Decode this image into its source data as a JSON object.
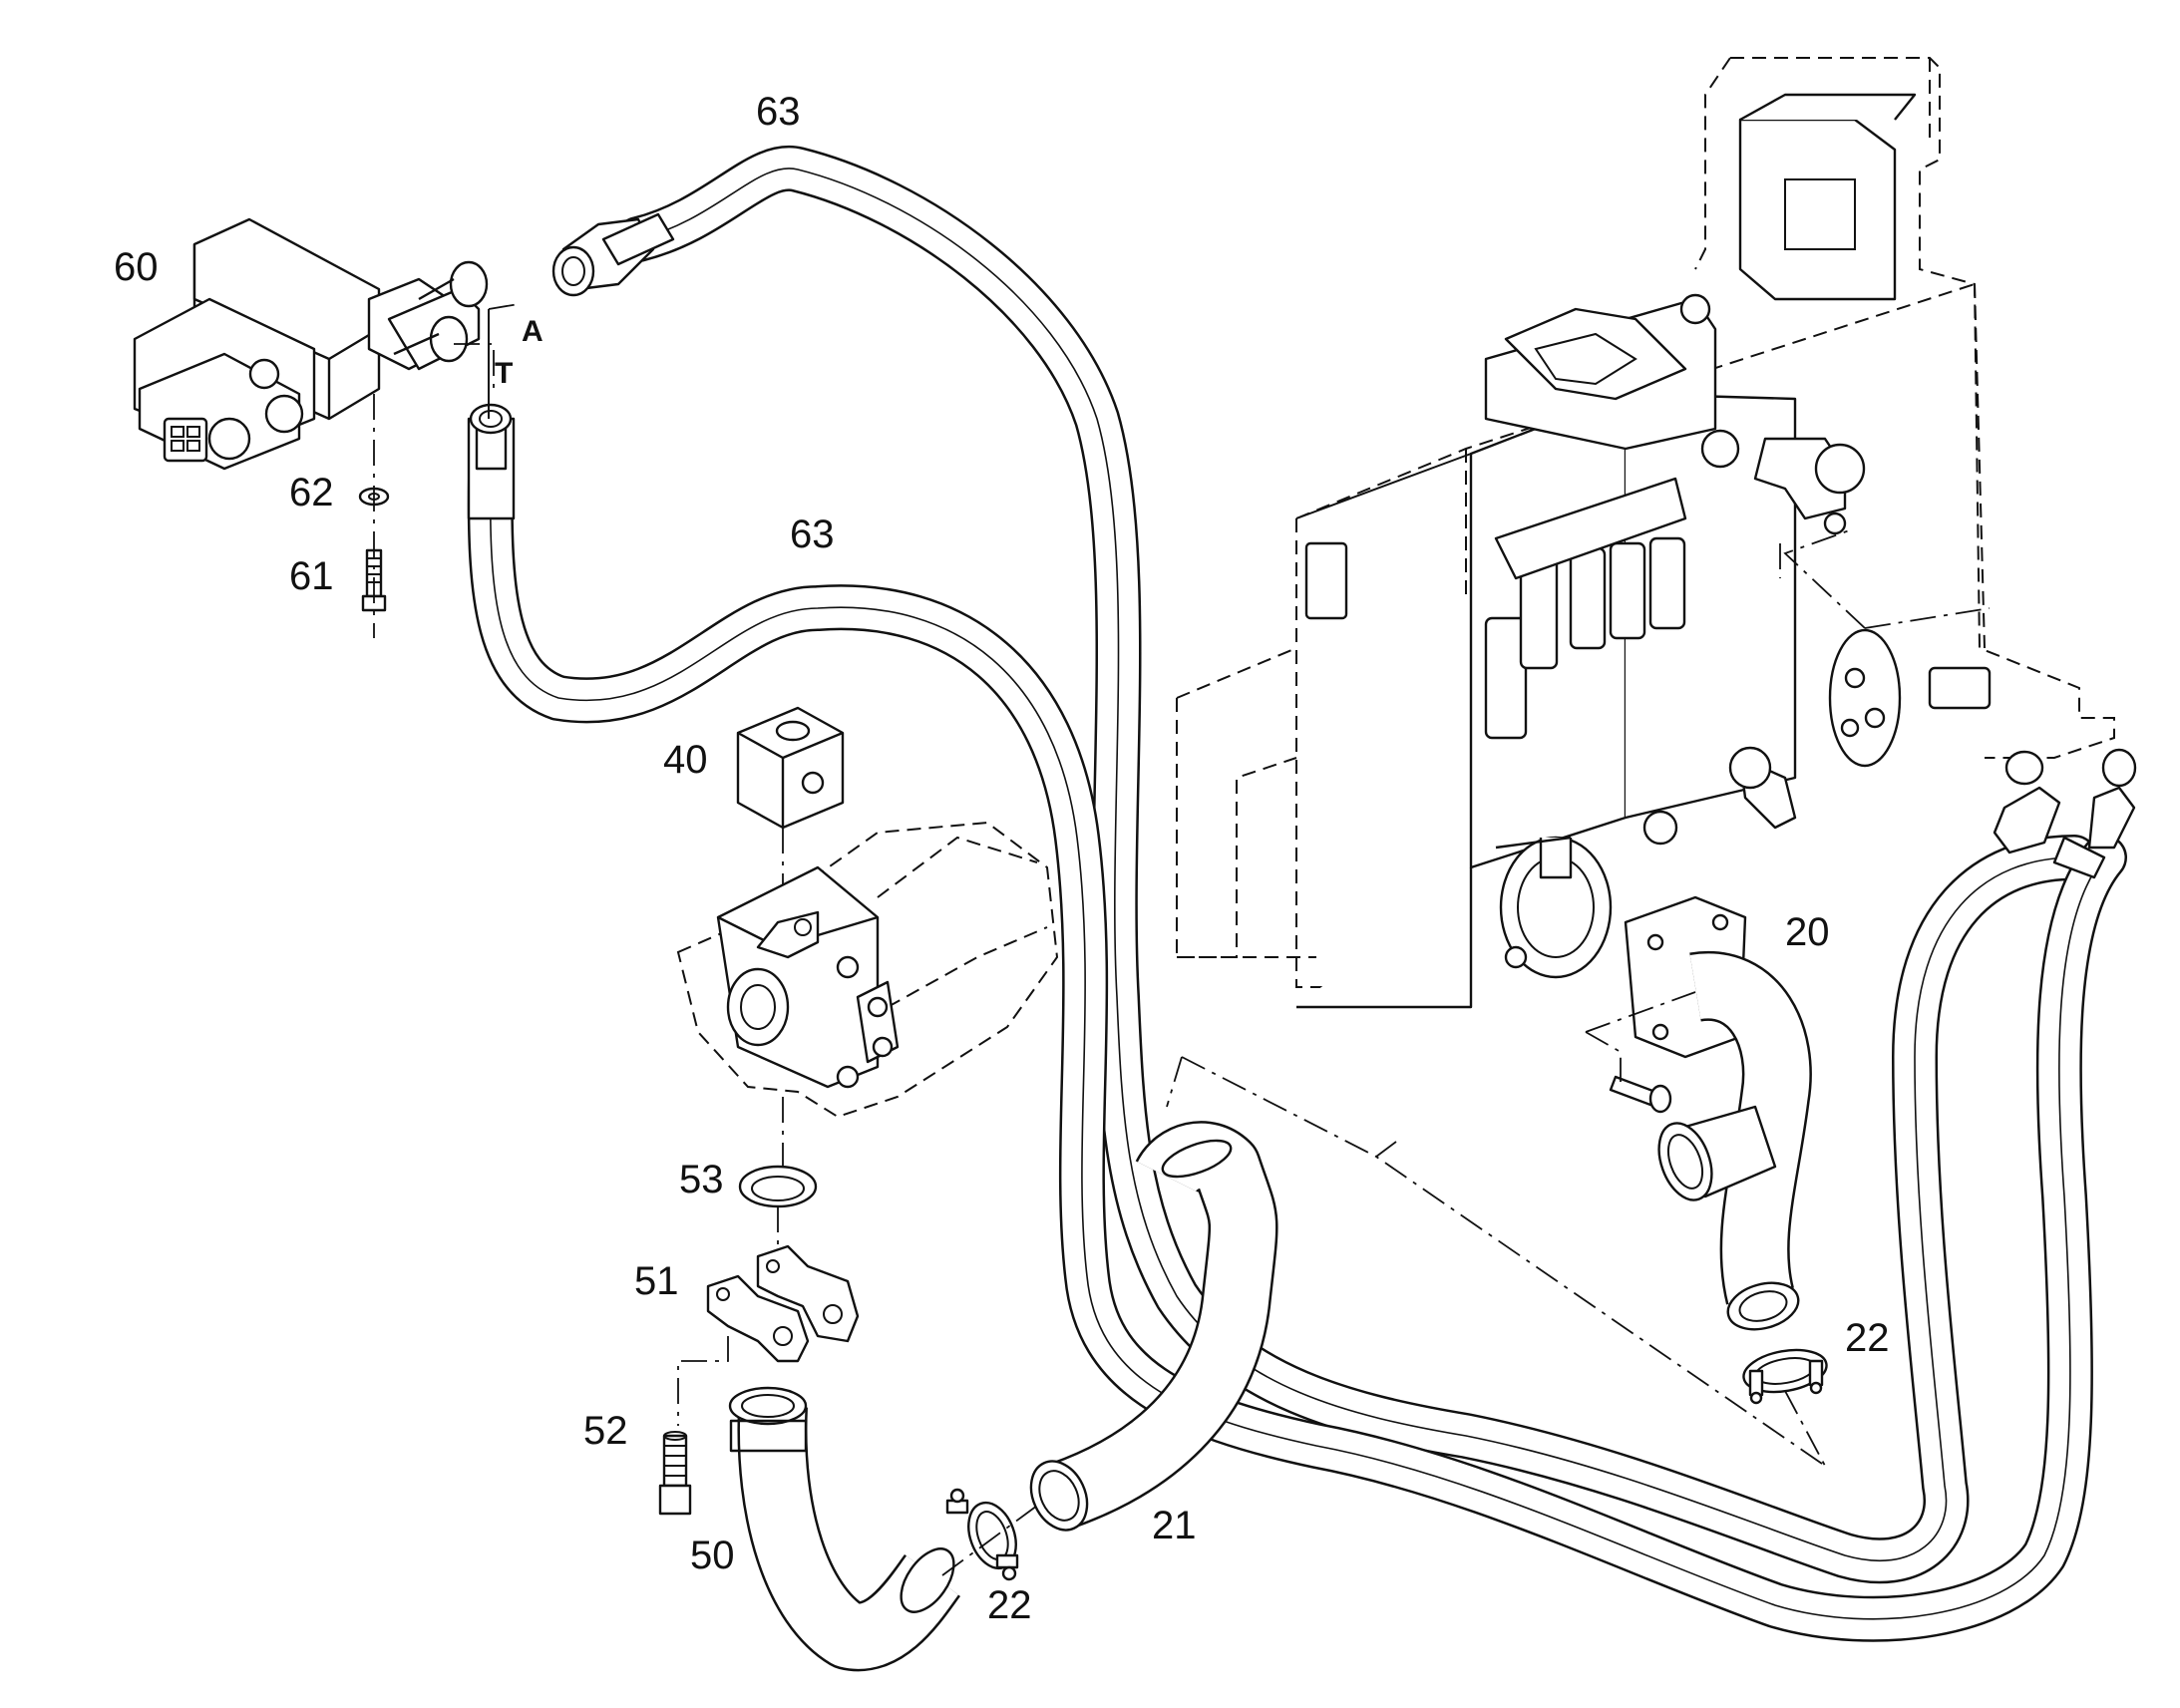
{
  "labels": {
    "p63_top": "63",
    "p63_mid": "63",
    "p60": "60",
    "p62": "62",
    "p61": "61",
    "port_a": "A",
    "port_t": "T",
    "p40": "40",
    "p53": "53",
    "p51": "51",
    "p52": "52",
    "p50": "50",
    "p22_left": "22",
    "p21": "21",
    "p20": "20",
    "p22_right": "22"
  },
  "colors": {
    "line": "#111111",
    "background": "#ffffff"
  }
}
